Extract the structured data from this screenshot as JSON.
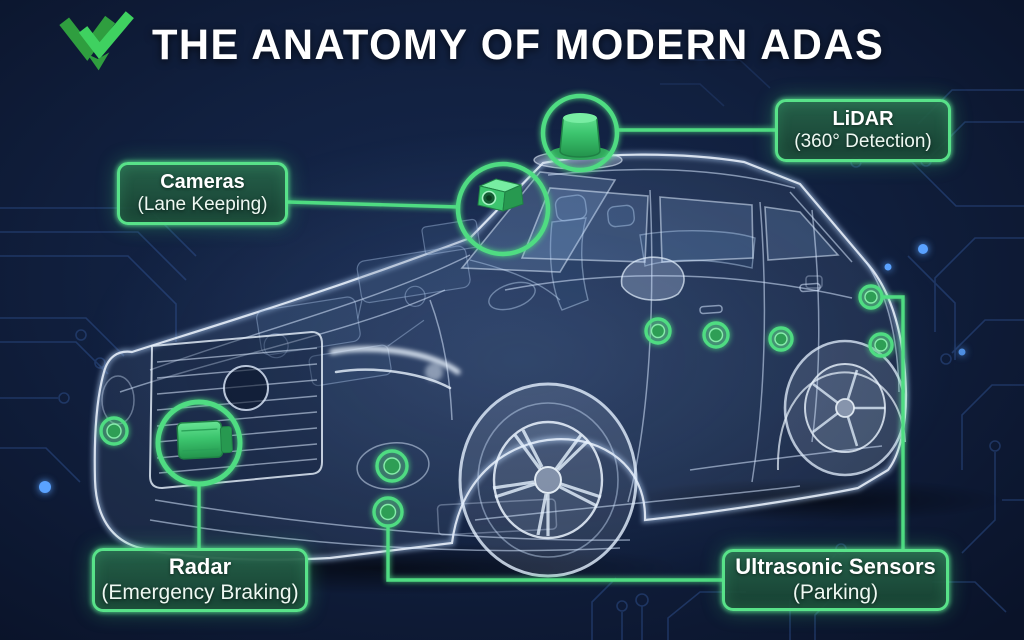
{
  "title": "THE ANATOMY OF MODERN ADAS",
  "logo": {
    "icon": "double-check-shield-logo",
    "color": "#3cb54a"
  },
  "callouts": [
    {
      "id": "lidar",
      "label": "LiDAR",
      "sublabel": "(360° Detection)"
    },
    {
      "id": "cameras",
      "label": "Cameras",
      "sublabel": "(Lane Keeping)"
    },
    {
      "id": "radar",
      "label": "Radar",
      "sublabel": "(Emergency Braking)"
    },
    {
      "id": "ultrasonic",
      "label": "Ultrasonic Sensors",
      "sublabel": "(Parking)"
    }
  ],
  "sensor_markers": [
    "lidar-dome-roof",
    "front-camera-windshield",
    "radar-grille",
    "ultrasonic-front-fog",
    "ultrasonic-front-lower",
    "ultrasonic-front-corner",
    "ultrasonic-door-1",
    "ultrasonic-door-2",
    "ultrasonic-door-3",
    "ultrasonic-rear-upper",
    "ultrasonic-rear-lower"
  ],
  "colors": {
    "background_navy": "#101f3e",
    "accent_green": "#4fdc82",
    "callout_border": "#58e289",
    "callout_fill": "#1d5743",
    "circuit_trace": "#35599a",
    "title_text": "#ffffff"
  }
}
